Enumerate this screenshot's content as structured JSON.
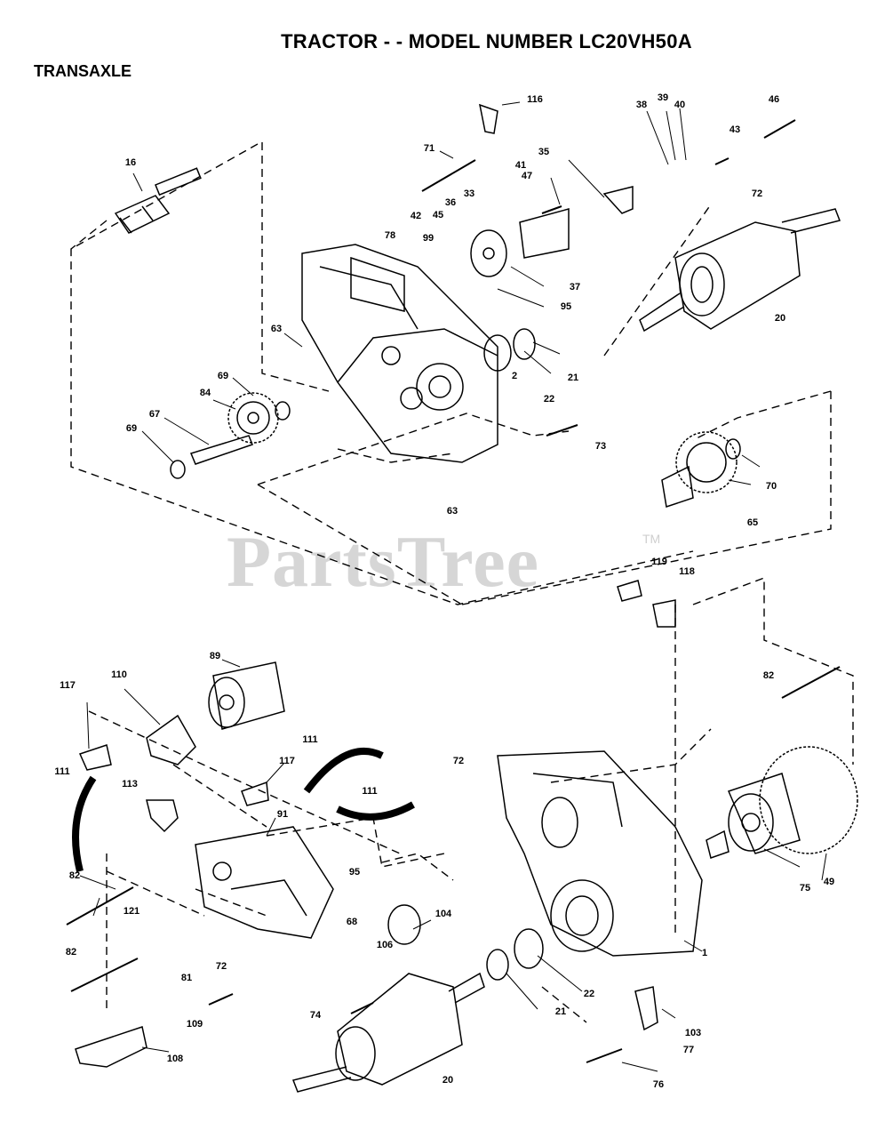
{
  "header": {
    "title": "TRACTOR - - MODEL NUMBER LC20VH50A",
    "subtitle": "TRANSAXLE"
  },
  "watermark": {
    "text": "PartsTree",
    "tm": "TM"
  },
  "callouts": [
    "116",
    "38",
    "39",
    "40",
    "46",
    "16",
    "71",
    "47",
    "35",
    "43",
    "72",
    "41",
    "33",
    "36",
    "42",
    "45",
    "78",
    "99",
    "37",
    "95",
    "20",
    "63",
    "21",
    "22",
    "2",
    "69",
    "84",
    "67",
    "69",
    "73",
    "70",
    "63",
    "65",
    "119",
    "118",
    "89",
    "82",
    "117",
    "110",
    "111",
    "117",
    "72",
    "111",
    "113",
    "111",
    "91",
    "95",
    "82",
    "121",
    "68",
    "104",
    "75",
    "49",
    "106",
    "72",
    "82",
    "81",
    "1",
    "22",
    "21",
    "74",
    "103",
    "109",
    "77",
    "108",
    "20",
    "76"
  ],
  "colors": {
    "ink": "#000000",
    "watermark": "#d6d6d6"
  }
}
